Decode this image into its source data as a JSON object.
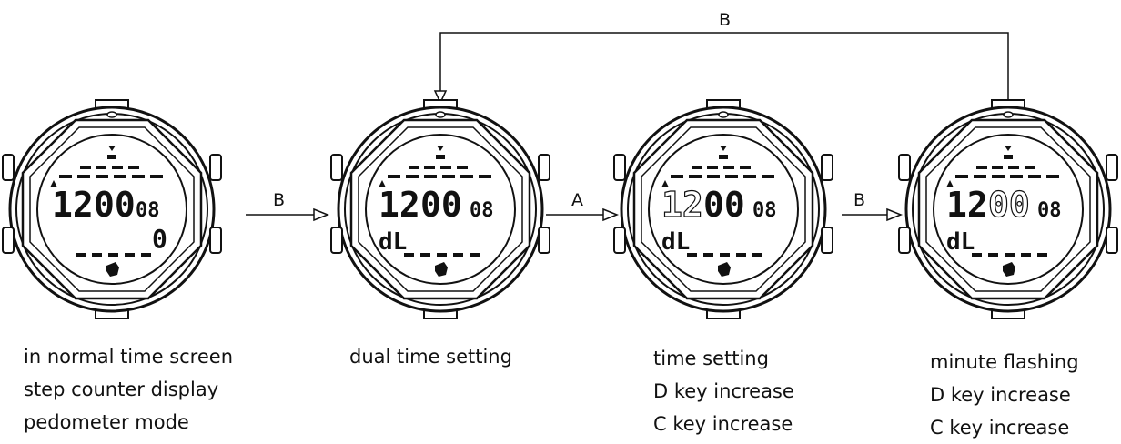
{
  "arrows": {
    "b1": "B",
    "a1": "A",
    "b2": "B",
    "top": "B"
  },
  "watches": [
    {
      "id": "normal",
      "hours": "12",
      "minutes": "00",
      "seconds": "08",
      "extra": "0",
      "mode": "",
      "hour_flash": false,
      "minute_flash": false,
      "caption": [
        "in normal time screen",
        "step counter display",
        "pedometer mode"
      ]
    },
    {
      "id": "dual",
      "hours": "12",
      "minutes": "00",
      "seconds": "08",
      "extra": "",
      "mode": "dL",
      "hour_flash": false,
      "minute_flash": false,
      "caption": [
        "dual time setting"
      ]
    },
    {
      "id": "time",
      "hours": "12",
      "minutes": "00",
      "seconds": "08",
      "extra": "",
      "mode": "dL",
      "hour_flash": true,
      "minute_flash": false,
      "caption": [
        "time setting",
        "D key increase",
        "C key increase"
      ]
    },
    {
      "id": "minute",
      "hours": "12",
      "minutes": "00",
      "seconds": "08",
      "extra": "",
      "mode": "dL",
      "hour_flash": false,
      "minute_flash": true,
      "caption": [
        "minute flashing",
        "D key increase",
        "C key increase"
      ]
    }
  ]
}
